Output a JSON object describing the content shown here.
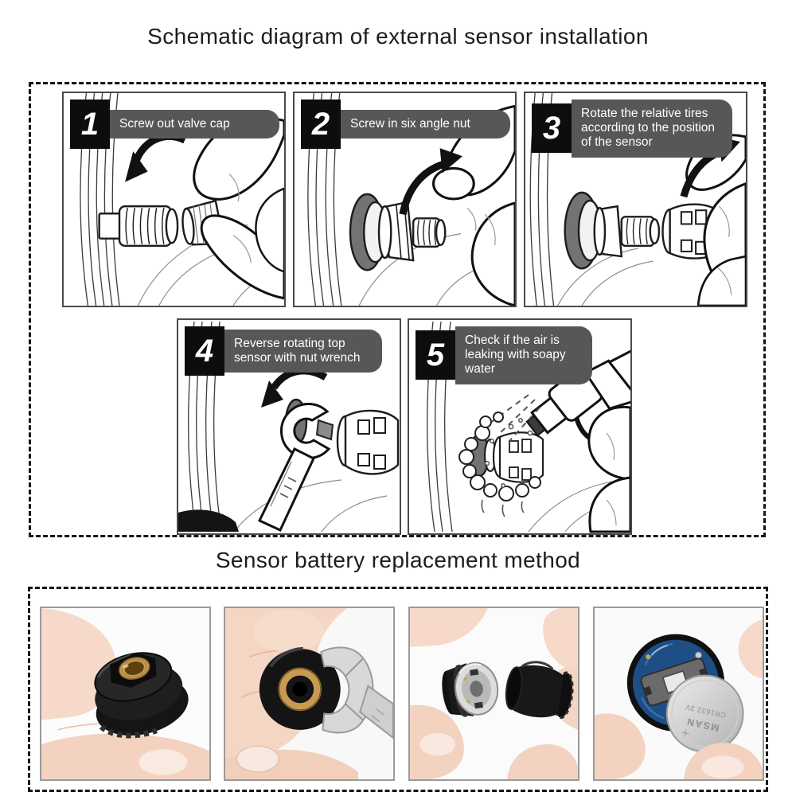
{
  "page": {
    "title": "Schematic diagram of external sensor installation",
    "battery_section_title": "Sensor battery replacement method"
  },
  "steps": [
    {
      "number": "1",
      "label": "Screw out valve cap"
    },
    {
      "number": "2",
      "label": "Screw in six angle nut"
    },
    {
      "number": "3",
      "label": "Rotate the relative tires according to the position of the sensor"
    },
    {
      "number": "4",
      "label": "Reverse rotating top sensor with nut wrench"
    },
    {
      "number": "5",
      "label": "Check if the air is leaking with soapy water"
    }
  ],
  "battery": {
    "brand": "MSAN",
    "model": "CR1632 3V",
    "polarity": "+"
  },
  "colors": {
    "step_number_bg": "#0d0d0d",
    "step_label_bg": "#575757",
    "dashed_border": "#151515",
    "panel_border": "#4a4a4a",
    "photo_border": "#9a9a9a",
    "flange_gray": "#737373",
    "pcb_blue": "#1d4e86",
    "brass": "#c59a50"
  }
}
